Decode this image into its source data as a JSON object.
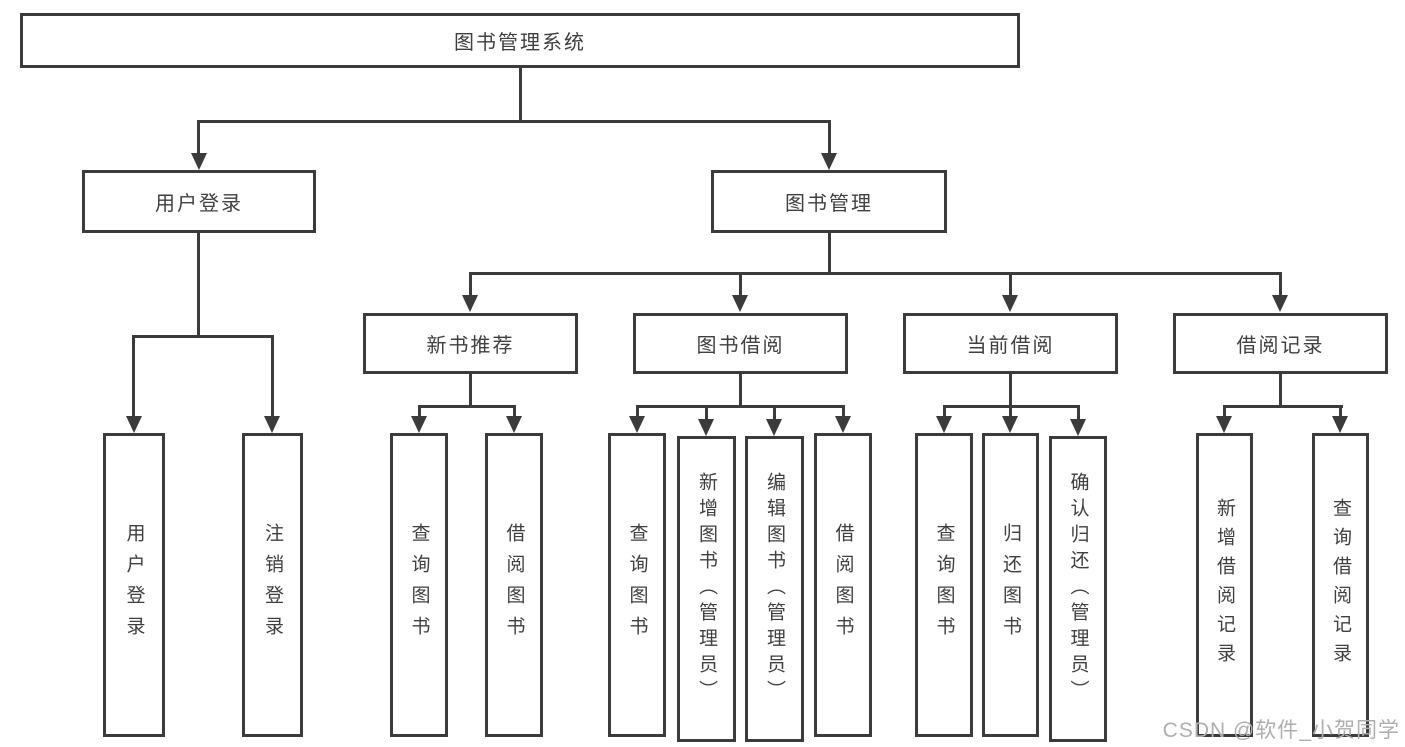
{
  "colors": {
    "line": "#3b3b3b",
    "text": "#3f3f3f",
    "background": "#ffffff",
    "watermark": "#aeaeae"
  },
  "tree": {
    "root": {
      "label": "图书管理系统"
    },
    "level2": [
      {
        "label": "用户登录"
      },
      {
        "label": "图书管理"
      }
    ],
    "level3": [
      {
        "label": "新书推荐"
      },
      {
        "label": "图书借阅"
      },
      {
        "label": "当前借阅"
      },
      {
        "label": "借阅记录"
      }
    ],
    "user_login_children": [
      {
        "label": "用户登录"
      },
      {
        "label": "注销登录"
      }
    ],
    "new_book_children": [
      {
        "label": "查询图书"
      },
      {
        "label": "借阅图书"
      }
    ],
    "book_borrow_children": [
      {
        "label": "查询图书"
      },
      {
        "label": "新增图书（管理员）"
      },
      {
        "label": "编辑图书（管理员）"
      },
      {
        "label": "借阅图书"
      }
    ],
    "current_borrow_children": [
      {
        "label": "查询图书"
      },
      {
        "label": "归还图书"
      },
      {
        "label": "确认归还（管理员）"
      }
    ],
    "borrow_record_children": [
      {
        "label": "新增借阅记录"
      },
      {
        "label": "查询借阅记录"
      }
    ]
  },
  "watermark": {
    "text": "CSDN @软件_小贺同学"
  }
}
